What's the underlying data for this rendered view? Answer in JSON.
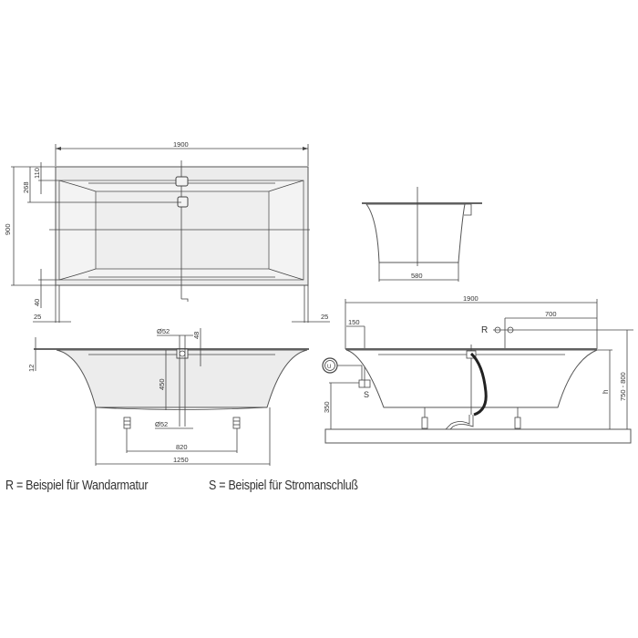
{
  "drawing": {
    "top_view": {
      "length": "1900",
      "width": "900",
      "dim_110": "110",
      "dim_268": "268",
      "dim_40": "40",
      "left_25": "25",
      "right_25": "25"
    },
    "front_view": {
      "rim": "12",
      "overflow_diameter": "Ø52",
      "drain_diameter": "Ø52",
      "dim_48": "48",
      "depth": "450",
      "feet_spacing": "820",
      "base_length": "1250"
    },
    "end_view": {
      "bottom_width": "580"
    },
    "installed_view": {
      "length": "1900",
      "tap_offset": "700",
      "socket_offset": "150",
      "socket_height": "350",
      "height_label": "h",
      "total_height": "750 - 800",
      "label_r": "R",
      "label_s": "S",
      "outlet_glyph": "U"
    }
  },
  "legend": {
    "r_note": "R = Beispiel für Wandarmatur",
    "s_note": "S = Beispiel für Stromanschluß"
  },
  "colors": {
    "tub_fill": "#ececec",
    "line": "#444444",
    "hose": "#222222"
  }
}
